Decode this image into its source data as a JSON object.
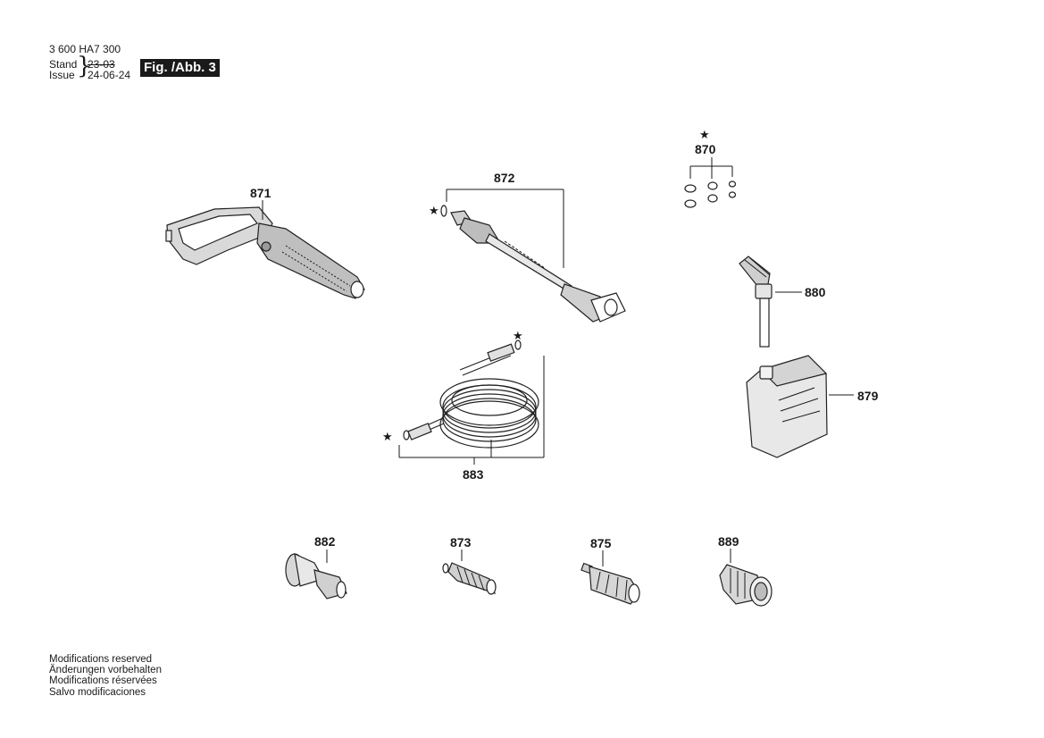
{
  "header": {
    "doc_number": "3 600 HA7 300",
    "stand_label": "Stand",
    "issue_label": "Issue",
    "stand_date": "23-03",
    "issue_date": "24-06-24",
    "figure_label": "Fig. /Abb. 3"
  },
  "parts": [
    {
      "id": "871"
    },
    {
      "id": "872"
    },
    {
      "id": "870"
    },
    {
      "id": "880"
    },
    {
      "id": "879"
    },
    {
      "id": "883"
    },
    {
      "id": "882"
    },
    {
      "id": "873"
    },
    {
      "id": "875"
    },
    {
      "id": "889"
    }
  ],
  "star_symbol": "★",
  "footer": [
    "Modifications reserved",
    "Änderungen vorbehalten",
    "Modifications réservées",
    "Salvo modificaciones"
  ]
}
